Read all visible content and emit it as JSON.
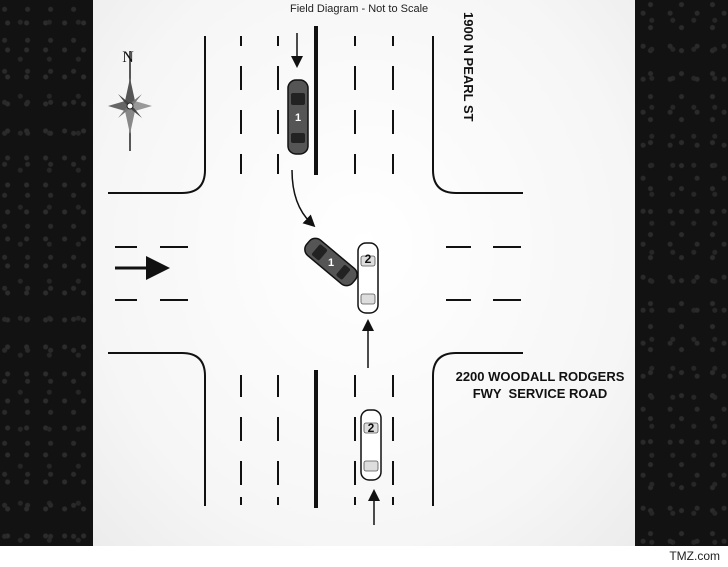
{
  "diagram": {
    "title": "Field Diagram - Not to Scale",
    "compass_label": "N",
    "streets": {
      "vertical": "1900 N PEARL ST",
      "horizontal_line1": "2200 WOODALL RODGERS",
      "horizontal_line2": "FWY  SERVICE ROAD"
    },
    "vehicles": [
      {
        "id": "1",
        "label": "1",
        "color": "#555555"
      },
      {
        "id": "2",
        "label": "2",
        "color": "#ffffff"
      }
    ]
  },
  "source_credit": "TMZ.com"
}
